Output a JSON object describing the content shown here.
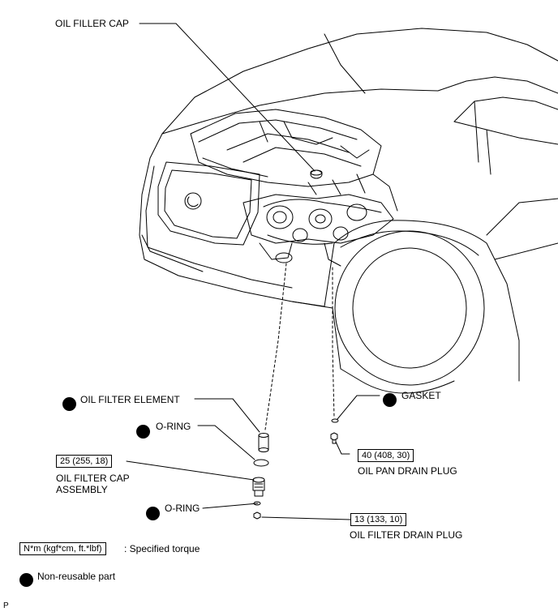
{
  "labels": {
    "oil_filler_cap": "OIL FILLER CAP",
    "oil_filter_element": "OIL FILTER ELEMENT",
    "o_ring_upper": "O-RING",
    "o_ring_lower": "O-RING",
    "oil_filter_cap_assembly_line1": "OIL FILTER CAP",
    "oil_filter_cap_assembly_line2": "ASSEMBLY",
    "gasket": "GASKET",
    "oil_pan_drain_plug": "OIL PAN DRAIN PLUG",
    "oil_filter_drain_plug": "OIL FILTER DRAIN PLUG"
  },
  "torques": {
    "oil_filter_cap_assembly": "25 (255, 18)",
    "oil_pan_drain_plug": "40 (408, 30)",
    "oil_filter_drain_plug": "13 (133, 10)"
  },
  "legend": {
    "torque_unit": "N*m (kgf*cm, ft.*lbf)",
    "torque_desc": ": Specified torque",
    "non_reusable": "Non-reusable part"
  },
  "footer_letter": "P"
}
